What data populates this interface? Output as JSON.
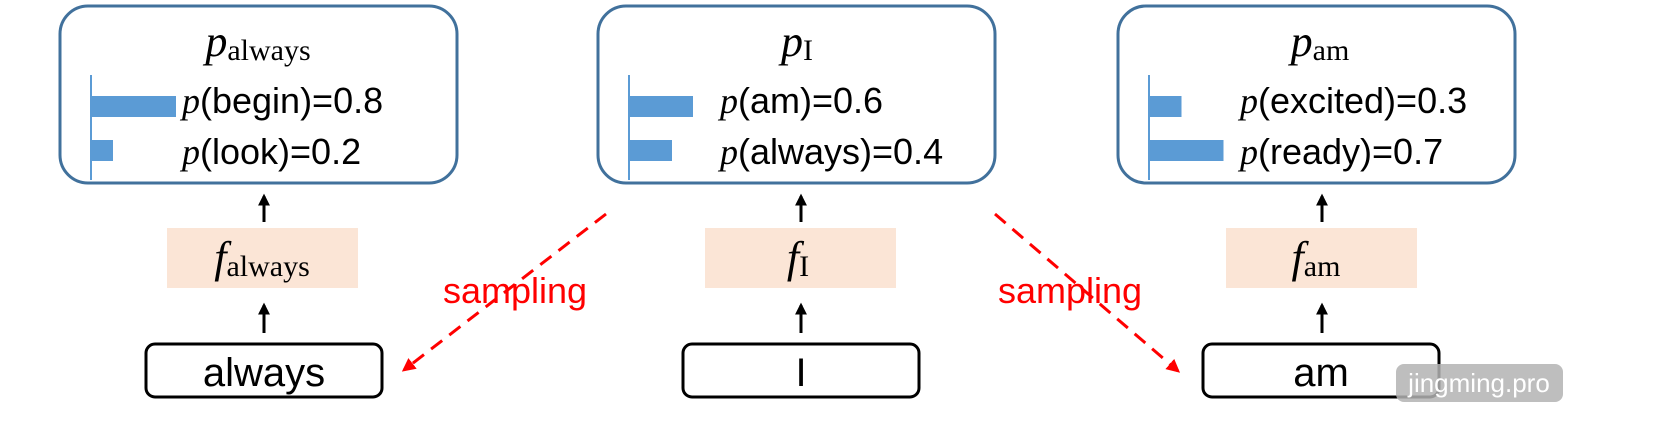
{
  "columns": [
    {
      "dist_symbol": "p",
      "dist_subscript": "always",
      "feature_symbol": "f",
      "feature_subscript": "always",
      "input_word": "always",
      "entries": [
        {
          "p": "p",
          "label": "(begin)=0.8",
          "value": 0.8
        },
        {
          "p": "p",
          "label": "(look)=0.2",
          "value": 0.2
        }
      ]
    },
    {
      "dist_symbol": "p",
      "dist_subscript": "I",
      "feature_symbol": "f",
      "feature_subscript": "I",
      "input_word": "I",
      "entries": [
        {
          "p": "p",
          "label": "(am)=0.6",
          "value": 0.6
        },
        {
          "p": "p",
          "label": "(always)=0.4",
          "value": 0.4
        }
      ]
    },
    {
      "dist_symbol": "p",
      "dist_subscript": "am",
      "feature_symbol": "f",
      "feature_subscript": "am",
      "input_word": "am",
      "entries": [
        {
          "p": "p",
          "label": "(excited)=0.3",
          "value": 0.3
        },
        {
          "p": "p",
          "label": "(ready)=0.7",
          "value": 0.7
        }
      ]
    }
  ],
  "sampling_labels": [
    "sampling",
    "sampling"
  ],
  "watermark": "jingming.pro",
  "colors": {
    "box_border": "#41719c",
    "bar": "#5b9bd5",
    "feature_fill": "#fbe5d6",
    "sampling": "#ff0000"
  }
}
